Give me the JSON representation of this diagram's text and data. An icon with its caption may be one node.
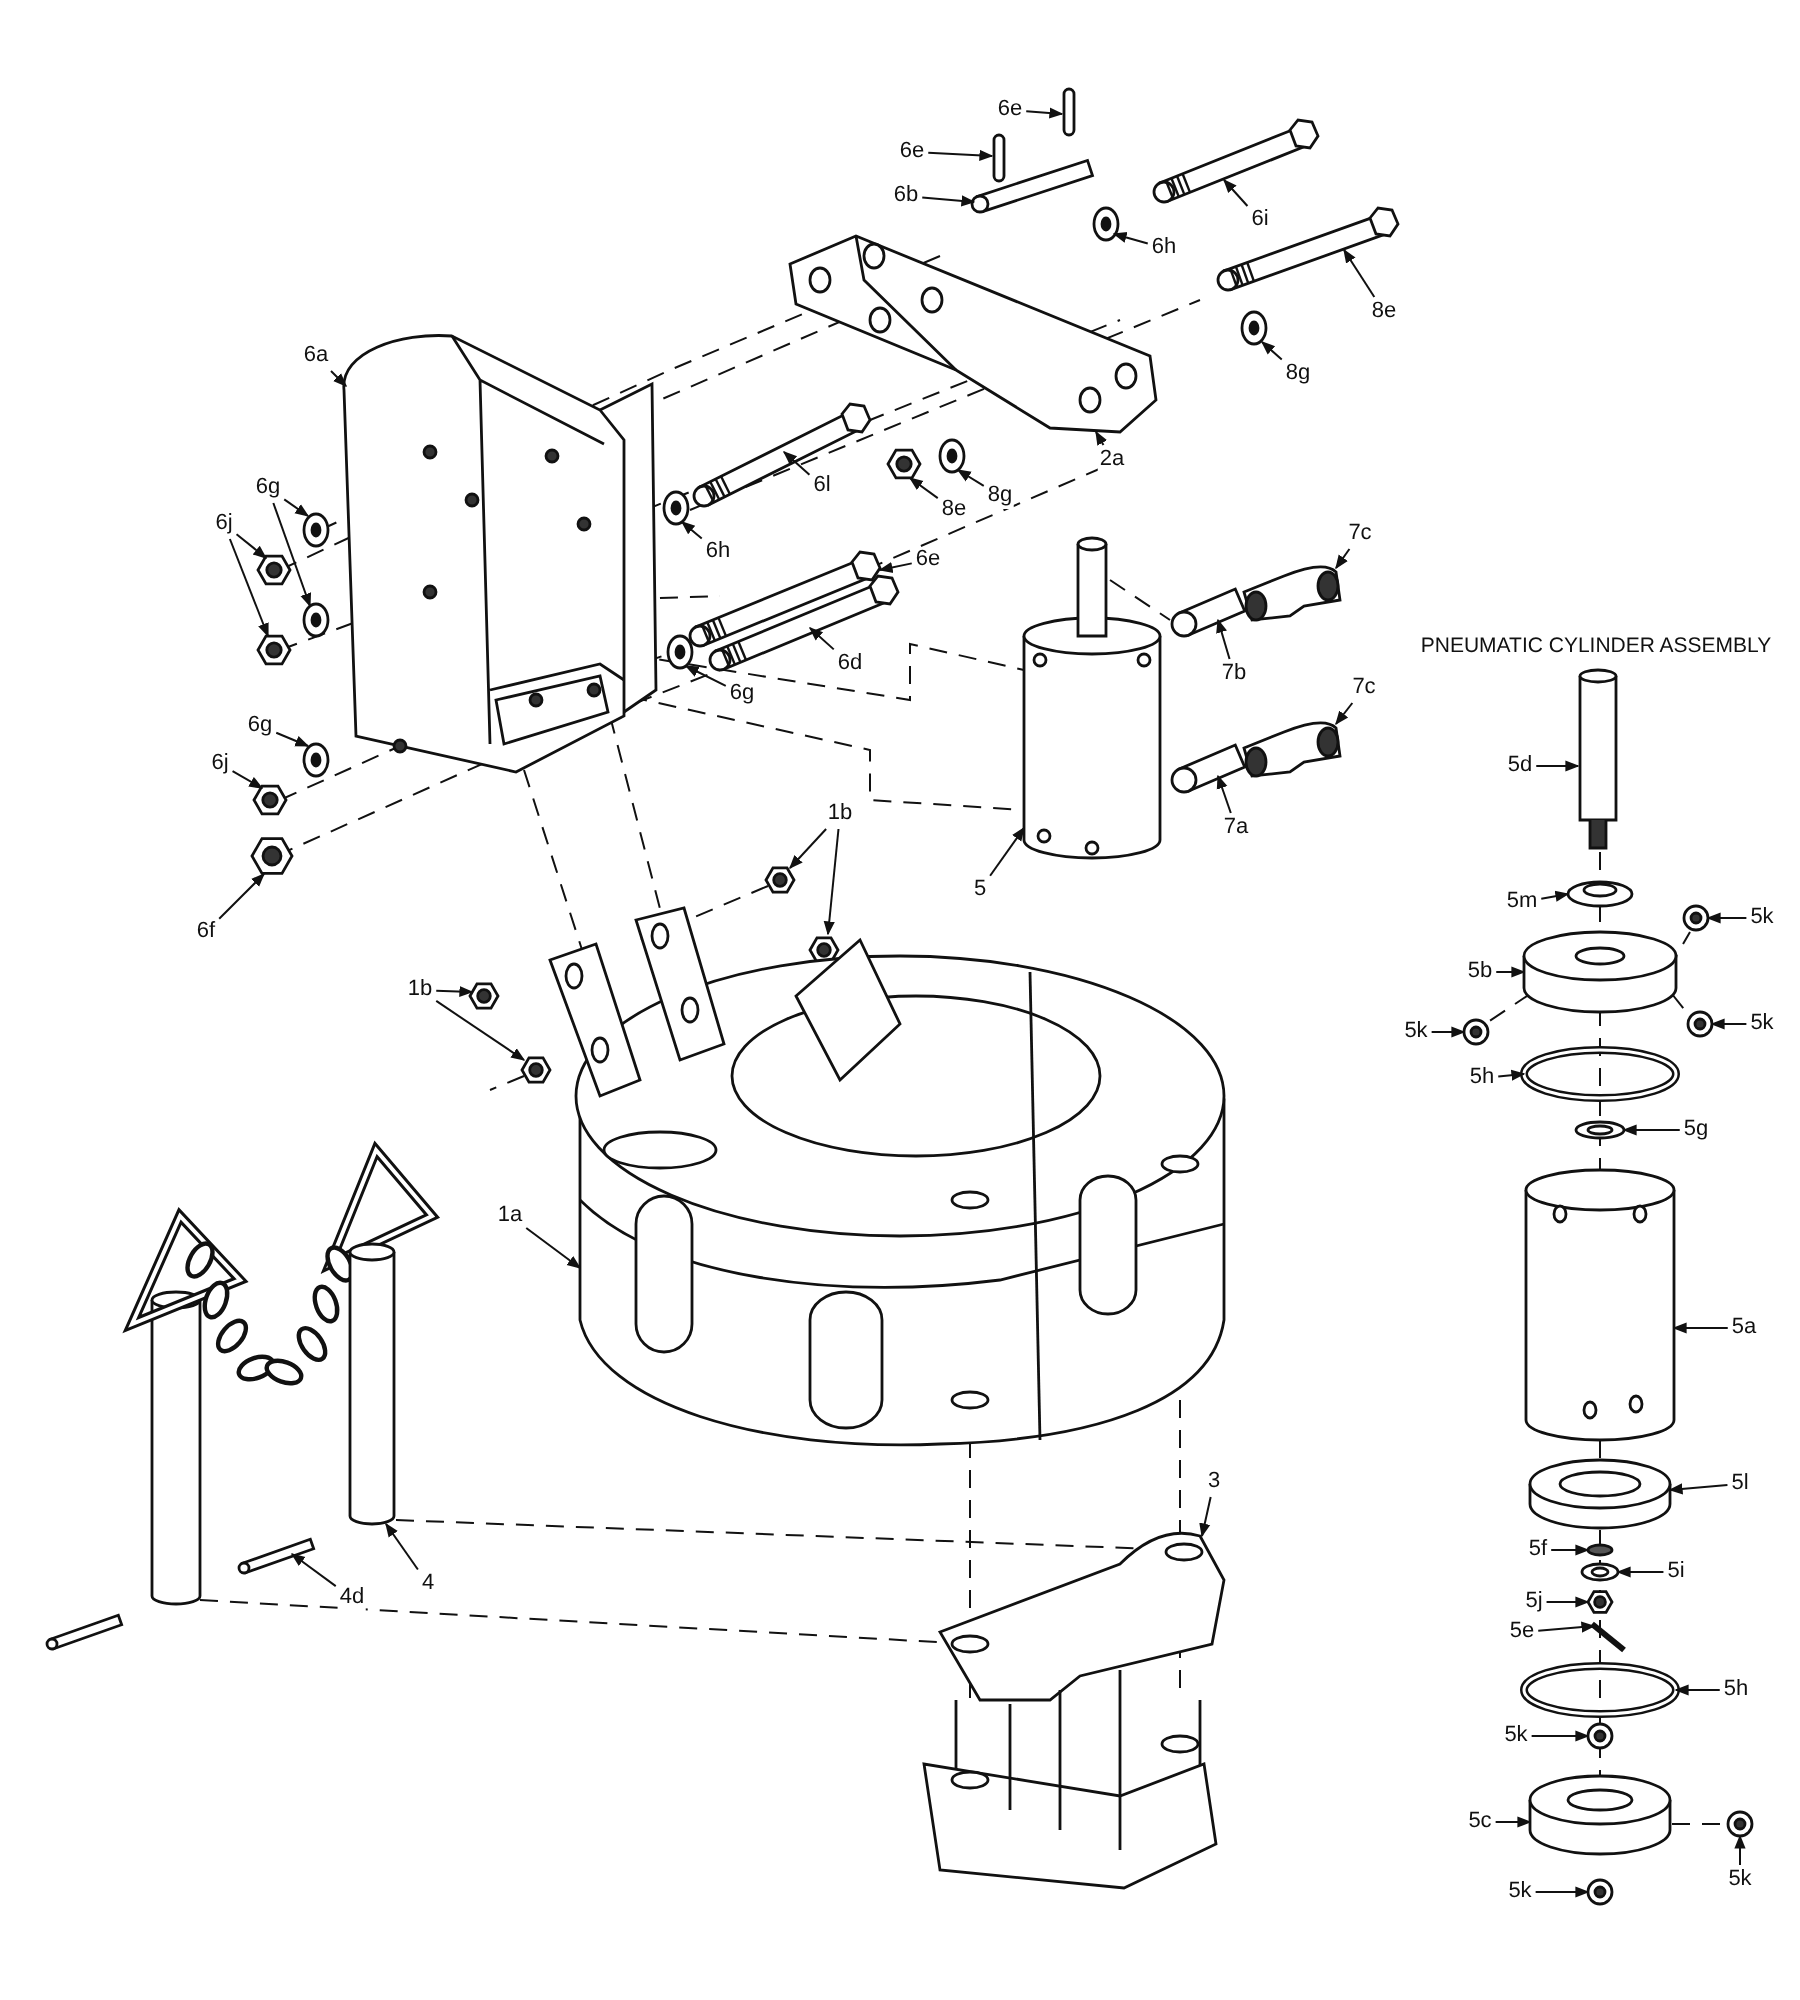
{
  "diagram": {
    "title": "PNEUMATIC CYLINDER ASSEMBLY",
    "nodes": [
      {
        "text": [
          "6e"
        ]
      },
      {
        "text": [
          "6e"
        ]
      },
      {
        "text": [
          "6b"
        ]
      },
      {
        "text": [
          "6i"
        ]
      },
      {
        "text": [
          "6h"
        ]
      },
      {
        "text": [
          "8e"
        ]
      },
      {
        "text": [
          "6a"
        ]
      },
      {
        "text": [
          "8g"
        ]
      },
      {
        "text": [
          "2a"
        ]
      },
      {
        "text": [
          "6l"
        ]
      },
      {
        "text": [
          "6g"
        ]
      },
      {
        "text": [
          "8e"
        ]
      },
      {
        "text": [
          "8g"
        ]
      },
      {
        "text": [
          "6j"
        ]
      },
      {
        "text": [
          "7c"
        ]
      },
      {
        "text": [
          "6h"
        ]
      },
      {
        "text": [
          "6e"
        ]
      },
      {
        "text": [
          "6d"
        ]
      },
      {
        "text": [
          "7b"
        ]
      },
      {
        "text": [
          "7c"
        ]
      },
      {
        "text": [
          "6g"
        ]
      },
      {
        "text": [
          "6g"
        ]
      },
      {
        "text": [
          "6j"
        ]
      },
      {
        "text": [
          "5d"
        ]
      },
      {
        "text": [
          "1b"
        ]
      },
      {
        "text": [
          "7a"
        ]
      },
      {
        "text": [
          "5"
        ]
      },
      {
        "text": [
          "5m"
        ]
      },
      {
        "text": [
          "5k"
        ]
      },
      {
        "text": [
          "6f"
        ]
      },
      {
        "text": [
          "5b"
        ]
      },
      {
        "text": [
          "1b"
        ]
      },
      {
        "text": [
          "5k"
        ]
      },
      {
        "text": [
          "5k"
        ]
      },
      {
        "text": [
          "5h"
        ]
      },
      {
        "text": [
          "5g"
        ]
      },
      {
        "text": [
          "1a"
        ]
      },
      {
        "text": [
          "5a"
        ]
      },
      {
        "text": [
          "5l"
        ]
      },
      {
        "text": [
          "3"
        ]
      },
      {
        "text": [
          "5f"
        ]
      },
      {
        "text": [
          "5i"
        ]
      },
      {
        "text": [
          "4"
        ]
      },
      {
        "text": [
          "4d"
        ]
      },
      {
        "text": [
          "5j"
        ]
      },
      {
        "text": [
          "5e"
        ]
      },
      {
        "text": [
          "5h"
        ]
      },
      {
        "text": [
          "5k"
        ]
      },
      {
        "text": [
          "5c"
        ]
      },
      {
        "text": [
          "5k"
        ]
      },
      {
        "text": [
          "5k"
        ]
      },
      {
        "text": [],
        "shape": "bar"
      },
      {
        "text": [],
        "shape": "bar"
      },
      {
        "text": [],
        "shape": "bar"
      },
      {
        "text": [],
        "shape": "picture"
      },
      {
        "text": [],
        "shape": "picture"
      },
      {
        "text": [],
        "shape": "picture"
      },
      {
        "text": [],
        "shape": "picture"
      },
      {
        "text": [],
        "shape": "picture"
      },
      {
        "text": [],
        "shape": "picture"
      },
      {
        "text": [],
        "shape": "picture"
      },
      {
        "text": [],
        "shape": "picture"
      },
      {
        "text": [],
        "shape": "picture"
      },
      {
        "text": [],
        "shape": "picture"
      },
      {
        "text": [],
        "shape": "picture"
      },
      {
        "text": [],
        "shape": "picture"
      },
      {
        "text": [],
        "shape": "picture"
      },
      {
        "text": [],
        "shape": "picture"
      },
      {
        "text": [],
        "shape": "picture"
      },
      {
        "text": [],
        "shape": "picture"
      },
      {
        "text": [],
        "shape": "picture"
      },
      {
        "text": [],
        "shape": "picture"
      },
      {
        "text": [],
        "shape": "picture"
      },
      {
        "text": [],
        "shape": "picture"
      },
      {
        "text": [],
        "shape": "picture"
      },
      {
        "text": [],
        "shape": "picture"
      },
      {
        "text": [],
        "shape": "cylinder"
      },
      {
        "text": [],
        "shape": "picture"
      },
      {
        "text": [],
        "shape": "picture"
      },
      {
        "text": [],
        "shape": "picture"
      },
      {
        "text": [],
        "shape": "picture"
      },
      {
        "text": [],
        "shape": "picture"
      },
      {
        "text": [],
        "shape": "picture"
      },
      {
        "text": [],
        "shape": "picture"
      },
      {
        "text": [],
        "shape": "picture"
      },
      {
        "text": [],
        "shape": "picture"
      },
      {
        "text": [],
        "shape": "picture"
      },
      {
        "text": [],
        "shape": "picture"
      },
      {
        "text": [],
        "shape": "picture"
      },
      {
        "text": [],
        "shape": "circle"
      },
      {
        "text": [],
        "shape": "picture"
      },
      {
        "text": [],
        "shape": "picture"
      },
      {
        "text": [],
        "shape": "picture"
      },
      {
        "text": [],
        "shape": "picture"
      },
      {
        "text": [],
        "shape": "picture"
      },
      {
        "text": [],
        "shape": "circle"
      },
      {
        "text": [],
        "shape": "picture"
      },
      {
        "text": [],
        "shape": "cylinder"
      },
      {
        "text": [],
        "shape": "bar"
      },
      {
        "text": [],
        "shape": "picture"
      },
      {
        "text": [],
        "shape": "picture"
      },
      {
        "text": [],
        "shape": "picture"
      },
      {
        "text": [],
        "shape": "picture"
      },
      {
        "text": [],
        "shape": "cylinder"
      },
      {
        "text": [],
        "shape": "picture"
      },
      {
        "text": [],
        "shape": "picture"
      }
    ],
    "edges": [
      {
        "from": 0,
        "to": 51,
        "arrow": "to"
      },
      {
        "from": 1,
        "to": 52,
        "arrow": "to"
      },
      {
        "from": 2,
        "to": 53,
        "arrow": "to"
      },
      {
        "from": 3,
        "to": 54,
        "arrow": "to"
      },
      {
        "from": 4,
        "to": 55,
        "arrow": "to"
      },
      {
        "from": 5,
        "to": 56,
        "arrow": "to"
      },
      {
        "from": 6,
        "to": 57,
        "arrow": "to"
      },
      {
        "from": 7,
        "to": 58,
        "arrow": "to"
      },
      {
        "from": 8,
        "to": 59,
        "arrow": "to"
      },
      {
        "from": 9,
        "to": 60,
        "arrow": "to"
      },
      {
        "from": 10,
        "to": 61,
        "arrow": "to"
      },
      {
        "from": 10,
        "to": 62,
        "arrow": "to"
      },
      {
        "from": 11,
        "to": 63,
        "arrow": "to"
      },
      {
        "from": 12,
        "to": 64,
        "arrow": "to"
      },
      {
        "from": 13,
        "to": 65,
        "arrow": "to"
      },
      {
        "from": 13,
        "to": 66,
        "arrow": "to"
      },
      {
        "from": 14,
        "to": 67,
        "arrow": "to"
      },
      {
        "from": 15,
        "to": 68,
        "arrow": "to"
      },
      {
        "from": 16,
        "to": 69,
        "arrow": "to"
      },
      {
        "from": 17,
        "to": 70,
        "arrow": "to"
      },
      {
        "from": 18,
        "to": 71,
        "arrow": "to"
      },
      {
        "from": 19,
        "to": 72,
        "arrow": "to"
      },
      {
        "from": 20,
        "to": 73,
        "arrow": "to"
      },
      {
        "from": 21,
        "to": 74,
        "arrow": "to"
      },
      {
        "from": 22,
        "to": 75,
        "arrow": "to"
      },
      {
        "from": 23,
        "to": 76,
        "arrow": "to"
      },
      {
        "from": 24,
        "to": 77,
        "arrow": "to"
      },
      {
        "from": 24,
        "to": 78,
        "arrow": "to"
      },
      {
        "from": 25,
        "to": 79,
        "arrow": "to"
      },
      {
        "from": 26,
        "to": 80,
        "arrow": "to"
      },
      {
        "from": 27,
        "to": 81,
        "arrow": "to"
      },
      {
        "from": 28,
        "to": 82,
        "arrow": "to"
      },
      {
        "from": 29,
        "to": 83,
        "arrow": "to"
      },
      {
        "from": 30,
        "to": 84,
        "arrow": "to"
      },
      {
        "from": 31,
        "to": 85,
        "arrow": "to"
      },
      {
        "from": 31,
        "to": 86,
        "arrow": "to"
      },
      {
        "from": 32,
        "to": 87,
        "arrow": "to"
      },
      {
        "from": 33,
        "to": 88,
        "arrow": "to"
      },
      {
        "from": 34,
        "to": 89,
        "arrow": "to"
      },
      {
        "from": 35,
        "to": 90,
        "arrow": "to"
      },
      {
        "from": 36,
        "to": 91,
        "arrow": "to"
      },
      {
        "from": 37,
        "to": 92,
        "arrow": "to"
      },
      {
        "from": 38,
        "to": 93,
        "arrow": "to"
      },
      {
        "from": 39,
        "to": 94,
        "arrow": "to"
      },
      {
        "from": 40,
        "to": 95,
        "arrow": "to"
      },
      {
        "from": 41,
        "to": 96,
        "arrow": "to"
      },
      {
        "from": 42,
        "to": 97,
        "arrow": "to"
      },
      {
        "from": 43,
        "to": 98,
        "arrow": "to"
      },
      {
        "from": 44,
        "to": 99,
        "arrow": "to"
      },
      {
        "from": 45,
        "to": 100,
        "arrow": "to"
      },
      {
        "from": 46,
        "to": 101,
        "arrow": "to"
      },
      {
        "from": 47,
        "to": 102,
        "arrow": "to"
      },
      {
        "from": 48,
        "to": 103,
        "arrow": "to"
      },
      {
        "from": 49,
        "to": 104,
        "arrow": "to"
      },
      {
        "from": 50,
        "to": 105,
        "arrow": "to"
      }
    ]
  }
}
